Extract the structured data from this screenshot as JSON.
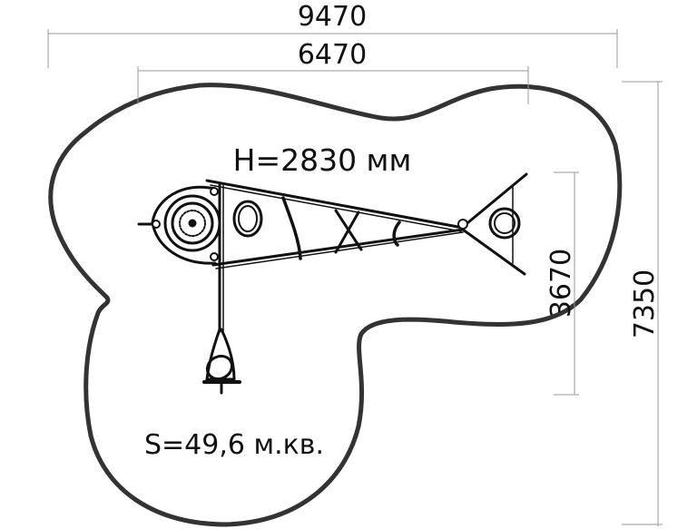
{
  "dimensions": {
    "overall_width": "9470",
    "equipment_width": "6470",
    "overall_depth": "7350",
    "equipment_depth": "3670"
  },
  "labels": {
    "height": "H=2830 мм",
    "area": "S=49,6 м.кв."
  },
  "colors": {
    "boundary": "#333333",
    "dimension_line": "#999999",
    "structure": "#111111"
  }
}
